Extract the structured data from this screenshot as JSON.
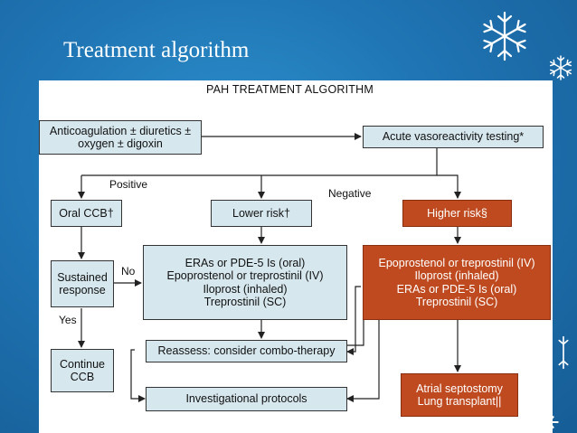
{
  "slide": {
    "title": "Treatment algorithm"
  },
  "diagram": {
    "title": "PAH TREATMENT ALGORITHM",
    "nodes": {
      "anticoag": [
        "Anticoagulation ± diuretics ±",
        "oxygen ± digoxin"
      ],
      "avt": "Acute vasoreactivity testing*",
      "oral_ccb": "Oral CCB†",
      "lower_risk": "Lower risk†",
      "higher_risk": "Higher risk§",
      "sustained": [
        "Sustained",
        "response"
      ],
      "lower_tx": [
        "ERAs or PDE-5 Is (oral)",
        "Epoprostenol or treprostinil (IV)",
        "Iloprost (inhaled)",
        "Treprostinil (SC)"
      ],
      "higher_tx": [
        "Epoprostenol or treprostinil (IV)",
        "Iloprost (inhaled)",
        "ERAs or PDE-5 Is (oral)",
        "Treprostinil (SC)"
      ],
      "continue_ccb": [
        "Continue",
        "CCB"
      ],
      "reassess": "Reassess: consider combo-therapy",
      "investigational": "Investigational protocols",
      "surgery": [
        "Atrial septostomy",
        "Lung transplant||"
      ]
    },
    "edge_labels": {
      "positive": "Positive",
      "negative": "Negative",
      "no": "No",
      "yes": "Yes"
    }
  }
}
